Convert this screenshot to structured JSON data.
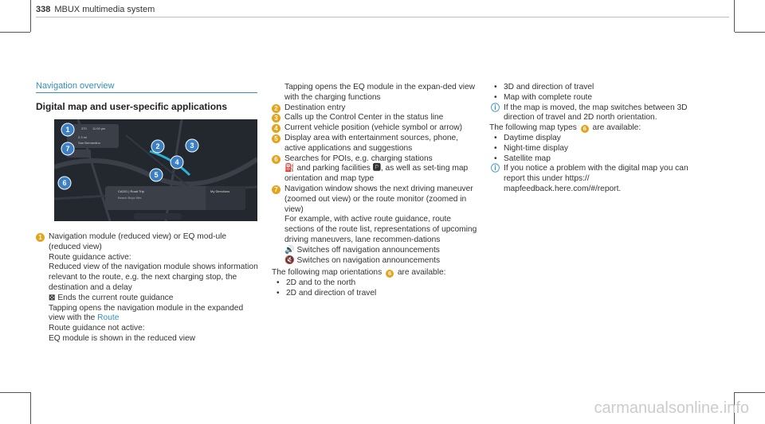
{
  "header": {
    "page_number": "338",
    "section": "MBUX multimedia system"
  },
  "section_title": "Navigation overview",
  "heading": "Digital map and user-specific applications",
  "screenshot": {
    "top_left": [
      "370",
      "11:00 pm"
    ],
    "route_card": [
      "2.3 mi",
      "San Bernardino"
    ],
    "media_card": [
      "CA201 | Road Trip",
      "Beach Boys Hits"
    ],
    "side_label": "My Directions"
  },
  "left_column": {
    "item1": "Navigation module (reduced view) or EQ mod-ule (reduced view)",
    "lines": [
      "Route guidance active:",
      "Reduced view of the navigation module shows information relevant to the route, e.g. the next charging stop, the destination and a delay",
      "Ends the current route guidance",
      "Tapping opens the navigation module in the expanded view with the",
      "Route",
      "Route guidance not active:",
      "EQ module is shown in the reduced view"
    ]
  },
  "middle_column": {
    "intro": "Tapping opens the EQ module in the expan-ded view with the charging functions",
    "items": [
      "Destination entry",
      "Calls up the Control Center in the status line",
      "Current vehicle position (vehicle symbol or arrow)",
      "Display area with entertainment sources, phone, active applications and suggestions",
      "Searches for POIs, e.g. charging stations",
      "and parking facilities",
      ", as well as set-ting map orientation and map type",
      "Navigation window shows the next driving maneuver (zoomed out view) or the route monitor (zoomed in view)",
      "For example, with active route guidance, route sections of the route list, representations of upcoming driving maneuvers, lane recommen-dations",
      "Switches off navigation announcements",
      "Switches on navigation announcements"
    ],
    "orient_intro_a": "The following map orientations",
    "orient_intro_b": "are available:",
    "orient": [
      "2D and to the north",
      "2D and direction of travel"
    ]
  },
  "right_column": {
    "bullets": [
      "3D and direction of travel",
      "Map with complete route"
    ],
    "note1": "If the map is moved, the map switches between 3D direction of travel and 2D north orientation.",
    "types_a": "The following map types",
    "types_b": "are available:",
    "types": [
      "Daytime display",
      "Night-time display",
      "Satellite map"
    ],
    "note2": "If you notice a problem with the digital map you can report this under https:// mapfeedback.here.com/#/report."
  },
  "watermark": "carmanualsonline.info"
}
